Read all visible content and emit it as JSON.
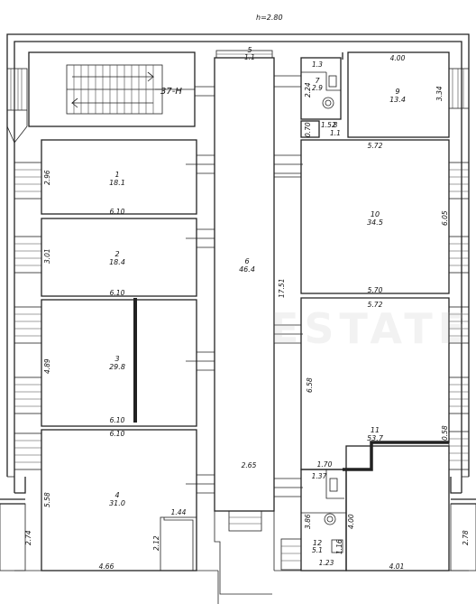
{
  "plan": {
    "height_label": "h=2.80",
    "stair_label": "37-H",
    "watermark": "ESTATE",
    "rooms": [
      {
        "number": "1",
        "area": "18.1"
      },
      {
        "number": "2",
        "area": "18.4"
      },
      {
        "number": "3",
        "area": "29.8"
      },
      {
        "number": "4",
        "area": "31.0"
      },
      {
        "number": "5",
        "area": "1.1"
      },
      {
        "number": "6",
        "area": "46.4"
      },
      {
        "number": "7",
        "area": "2.9"
      },
      {
        "number": "8",
        "area": "1.1"
      },
      {
        "number": "9",
        "area": "13.4"
      },
      {
        "number": "10",
        "area": "34.5"
      },
      {
        "number": "11",
        "area": "53.7"
      },
      {
        "number": "12",
        "area": "5.1"
      }
    ],
    "dims": {
      "r1_h": "2.96",
      "r1_w": "6.10",
      "r2_h": "3.01",
      "r2_w": "6.10",
      "r3_h": "4.89",
      "r3_w": "6.10",
      "r4_h": "5.58",
      "r4_w": "4.66",
      "r4_niche_w": "1.44",
      "r4_niche_h": "2.12",
      "r6_len": "17.51",
      "r6_w": "2.65",
      "r7_w": "1.3",
      "r7_h": "2.24",
      "r8_w": "1.52",
      "r8_h": "0.70",
      "r9_w": "4.00",
      "r9_h": "3.34",
      "r10_top": "5.72",
      "r10_h": "6.05",
      "r10_bottom": "5.70",
      "r11_top": "5.72",
      "r11_h": "6.58",
      "r11_step_w": "1.70",
      "r11_step_h": "0.58",
      "r11_niche_w": "4.00",
      "r12_w": "1.37",
      "r12_h": "3.86",
      "r12_inner": "1.16",
      "r12_bottom": "1.23",
      "bottom_right": "4.01",
      "left_out": "2.74",
      "right_out": "2.78"
    }
  }
}
